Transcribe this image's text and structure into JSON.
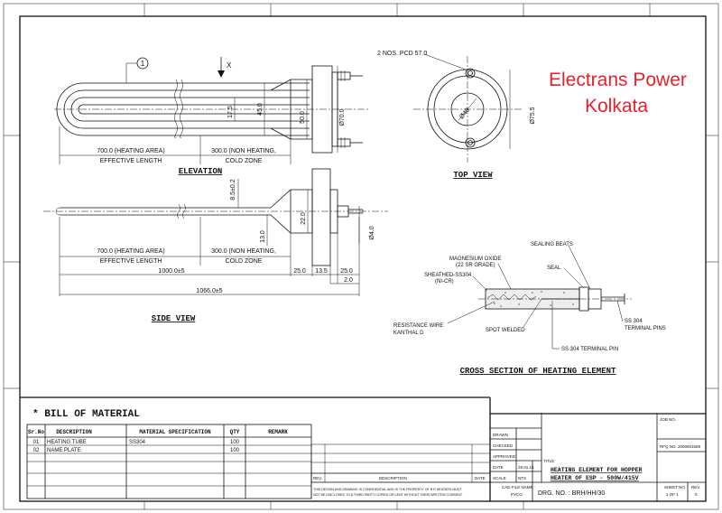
{
  "watermark": {
    "line1": "Electrans Power",
    "line2": "Kolkata",
    "color": "#e8202a"
  },
  "elevation": {
    "callout": "1",
    "axis_mark": "X",
    "title": "ELEVATION",
    "heating_area": "700.0 (HEATING AREA)",
    "effective_length": "EFFECTIVE LENGTH",
    "non_heating": "300.0 (NON HEATING,",
    "cold_zone": "COLD ZONE",
    "dim_17_5": "17.5",
    "dim_45": "45.0",
    "dim_50": "50.0",
    "dim_70": "Ø70.0"
  },
  "top_view": {
    "title": "TOP VIEW",
    "pcd_note": "2 NOS. PCD 57.0",
    "dim_40": "Ø40",
    "dim_75_5": "Ø75.5"
  },
  "side_view": {
    "title": "SIDE VIEW",
    "dim_8_5": "8.5±0.2",
    "dim_13": "13.0",
    "dim_22": "22.0",
    "dim_4": "Ø4.0",
    "heating_area": "700.0 (HEATING AREA)",
    "effective_length": "EFFECTIVE LENGTH",
    "non_heating": "300.0 (NON HEATING,",
    "cold_zone": "COLD ZONE",
    "dim_1000": "1000.0±5",
    "dim_25a": "25.0",
    "dim_13_5": "13.5",
    "dim_25b": "25.0",
    "dim_2": "2.0",
    "dim_1066": "1066.0±5"
  },
  "cross_section": {
    "title": "CROSS SECTION OF HEATING ELEMENT",
    "sealing_beats": "SEALING BEATS",
    "magnesium_oxide": "MAGNESIUM OXIDE",
    "grade": "(22 SR GRADE)",
    "seal": "SEAL",
    "sheathed": "SHEATHED-SS304",
    "ni_cr": "(NI-CR)",
    "resistance_wire": "RESISTANCE WIRE",
    "kanthal": "KANTHAL D",
    "spot_welded": "SPOT WELDED",
    "ss304_pins_1": "SS 304",
    "ss304_pins_2": "TERMINAL PINS",
    "ss304_terminal": "SS 304 TERMINAL PIN"
  },
  "bom": {
    "heading": "* BILL OF MATERIAL",
    "columns": [
      "Sr.No",
      "DESCRIPTION",
      "MATERIAL SPECIFICATION",
      "QTY",
      "REMARK"
    ],
    "rows": [
      [
        "01",
        "HEATING TUBE",
        "SS304",
        "100",
        ""
      ],
      [
        "02",
        "NAME PLATE",
        "",
        "100",
        ""
      ]
    ]
  },
  "title_block": {
    "drawn": "DRAWN",
    "checked": "CHECKED",
    "approved": "APPROVED",
    "date": "DATE",
    "date_value": "29.01.15",
    "scale": "SCALE",
    "scale_value": "NTS",
    "rev": "REV.",
    "description": "DESCRIPTION",
    "date_col": "DATE",
    "title_1": "HEATING ELEMENT FOR HOPPER",
    "title_2": "HEATER OF ESP - 500W/415V",
    "title_prefix": "TITLE",
    "job_no": "JOB NO.",
    "rfq_no": "RFQ NO. 2000001669",
    "cad_file": "CAD FILE NAME :",
    "cad_value": "PYCO",
    "drg_no": "DRG. NO. : BRH/HH/30",
    "sheet_no": "SHEET NO.",
    "sheet_value": "1 OF 1",
    "rev_label": "REV.",
    "rev_value": "0",
    "confidential_1": "THIS DESIGN AND DRAWING IS CONFIDENTIAL AND IS THE PROPERTY OF B R HEATERS MUST",
    "confidential_2": "NOT BE DISCLOSED TO A THIRD PARTY COPIED OR LENT WITHOUT THEIR WRITTEN CONSENT."
  }
}
